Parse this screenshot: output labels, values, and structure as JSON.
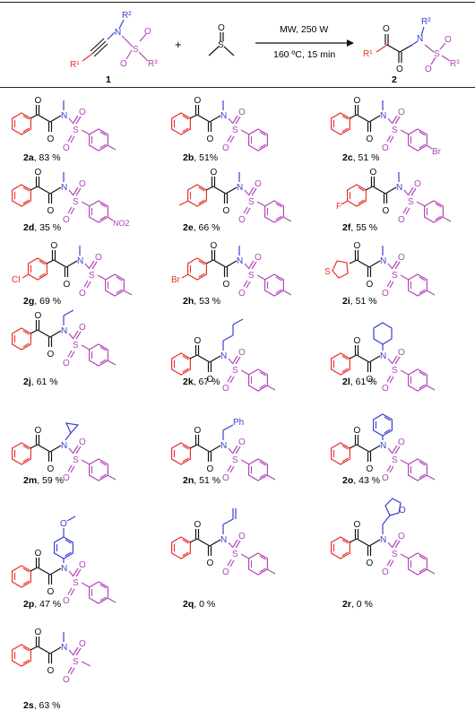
{
  "scheme": {
    "conditions_top": "MW, 250 W",
    "conditions_bottom": "160 ºC, 15 min",
    "plus": "+",
    "reactant_label": "1",
    "product_label": "2"
  },
  "colors": {
    "aryl": "#e8322c",
    "nitrogen": "#3a3fd1",
    "sulfonyl": "#b147b8",
    "ink": "#111111"
  },
  "products": [
    {
      "id": "2a",
      "yield": "83 %",
      "n_sub": "Me",
      "aryl": "Ph",
      "sulfonyl": "4-MeC6H4"
    },
    {
      "id": "2b",
      "yield": "51%",
      "n_sub": "Me",
      "aryl": "Ph",
      "sulfonyl": "Ph"
    },
    {
      "id": "2c",
      "yield": "51 %",
      "n_sub": "Me",
      "aryl": "Ph",
      "sulfonyl": "4-BrC6H4",
      "tail": "Br"
    },
    {
      "id": "2d",
      "yield": "35 %",
      "n_sub": "Me",
      "aryl": "Ph",
      "sulfonyl": "4-NO2C6H4",
      "tail": "NO2"
    },
    {
      "id": "2e",
      "yield": "66 %",
      "n_sub": "Me",
      "aryl": "4-MeC6H4",
      "sulfonyl": "4-MeC6H4"
    },
    {
      "id": "2f",
      "yield": "55 %",
      "n_sub": "Me",
      "aryl": "4-FC6H4",
      "sulfonyl": "4-MeC6H4",
      "aryl_atom": "F"
    },
    {
      "id": "2g",
      "yield": "69 %",
      "n_sub": "Me",
      "aryl": "4-ClC6H4",
      "sulfonyl": "4-MeC6H4",
      "aryl_atom": "Cl"
    },
    {
      "id": "2h",
      "yield": "53 %",
      "n_sub": "Me",
      "aryl": "4-BrC6H4",
      "sulfonyl": "4-MeC6H4",
      "aryl_atom": "Br"
    },
    {
      "id": "2i",
      "yield": "51 %",
      "n_sub": "Me",
      "aryl": "3-thienyl",
      "sulfonyl": "4-MeC6H4",
      "aryl_atom": "S"
    },
    {
      "id": "2j",
      "yield": "61 %",
      "n_sub": "Et",
      "aryl": "Ph",
      "sulfonyl": "4-MeC6H4"
    },
    {
      "id": "2k",
      "yield": "67 %",
      "n_sub": "n-Bu",
      "aryl": "Ph",
      "sulfonyl": "4-MeC6H4"
    },
    {
      "id": "2l",
      "yield": "61 %",
      "n_sub": "cyclohexyl",
      "aryl": "Ph",
      "sulfonyl": "4-MeC6H4"
    },
    {
      "id": "2m",
      "yield": "59 %",
      "n_sub": "cyclopropyl",
      "aryl": "Ph",
      "sulfonyl": "4-MeC6H4"
    },
    {
      "id": "2n",
      "yield": "51 %",
      "n_sub": "Bn",
      "aryl": "Ph",
      "sulfonyl": "4-MeC6H4",
      "n_text": "Ph"
    },
    {
      "id": "2o",
      "yield": "43 %",
      "n_sub": "Ph",
      "aryl": "Ph",
      "sulfonyl": "4-MeC6H4"
    },
    {
      "id": "2p",
      "yield": "47 %",
      "n_sub": "4-MeOC6H4",
      "aryl": "Ph",
      "sulfonyl": "4-MeC6H4",
      "n_text": "O"
    },
    {
      "id": "2q",
      "yield": "0 %",
      "n_sub": "allyl",
      "aryl": "Ph",
      "sulfonyl": "4-MeC6H4"
    },
    {
      "id": "2r",
      "yield": "0 %",
      "n_sub": "furfuryl",
      "aryl": "Ph",
      "sulfonyl": "4-MeC6H4",
      "n_text": "O"
    },
    {
      "id": "2s",
      "yield": "63 %",
      "n_sub": "Me",
      "aryl": "Ph",
      "sulfonyl": "Me"
    }
  ]
}
